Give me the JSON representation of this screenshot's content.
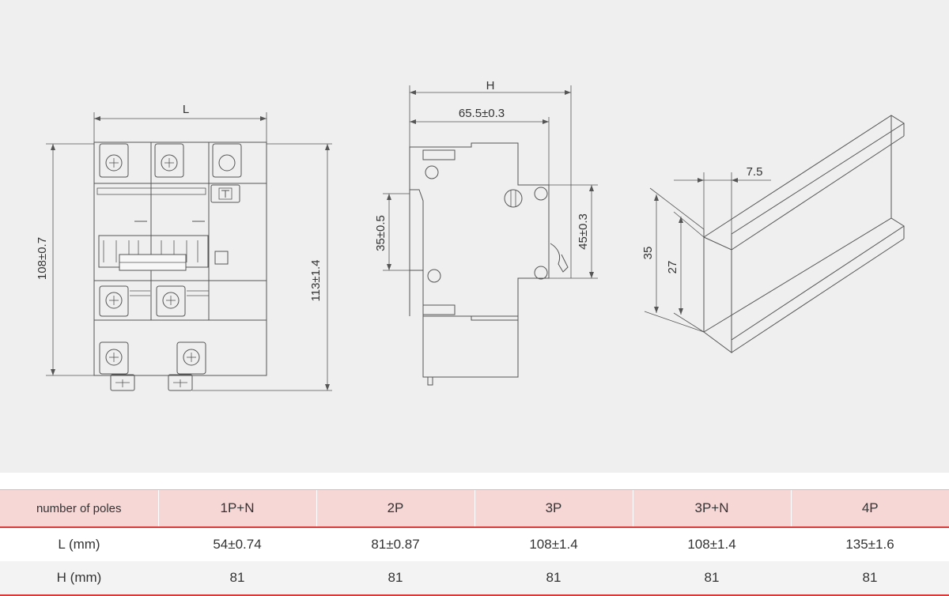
{
  "front_view": {
    "width_label": "L",
    "height_label": "108±0.7",
    "total_height_label": "113±1.4"
  },
  "side_view": {
    "depth_label": "H",
    "depth_inner_label": "65.5±0.3",
    "rail_slot_label": "35±0.5",
    "front_height_label": "45±0.3"
  },
  "rail_view": {
    "thickness_label": "7.5",
    "height_label": "35",
    "inner_height_label": "27"
  },
  "table": {
    "header": [
      "number of poles",
      "1P+N",
      "2P",
      "3P",
      "3P+N",
      "4P"
    ],
    "rows": [
      [
        "L (mm)",
        "54±0.74",
        "81±0.87",
        "108±1.4",
        "108±1.4",
        "135±1.6"
      ],
      [
        "H (mm)",
        "81",
        "81",
        "81",
        "81",
        "81"
      ]
    ]
  }
}
